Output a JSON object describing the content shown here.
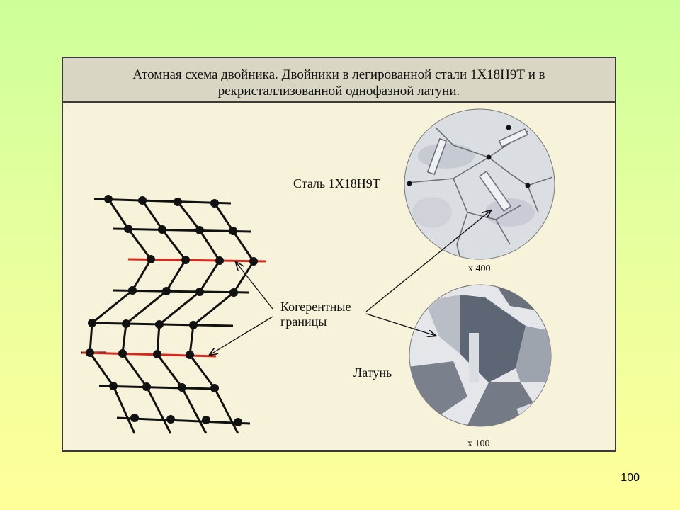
{
  "slide": {
    "title_line1": "Атомная схема двойника. Двойники в легированной стали 1Х18Н9Т и в",
    "title_line2": "рекристаллизованной однофазной латуни.",
    "page_number": "100"
  },
  "diagram": {
    "steel_label": "Сталь 1Х18Н9Т",
    "brass_label": "Латунь",
    "boundary_label_line1": "Когерентные",
    "boundary_label_line2": "границы",
    "mag_steel": "х 400",
    "mag_brass": "х 100"
  },
  "colors": {
    "lattice": "#111111",
    "twin_boundary": "#d8281e",
    "background_frame": "#f7f3da",
    "title_band": "#d9d6c4"
  }
}
